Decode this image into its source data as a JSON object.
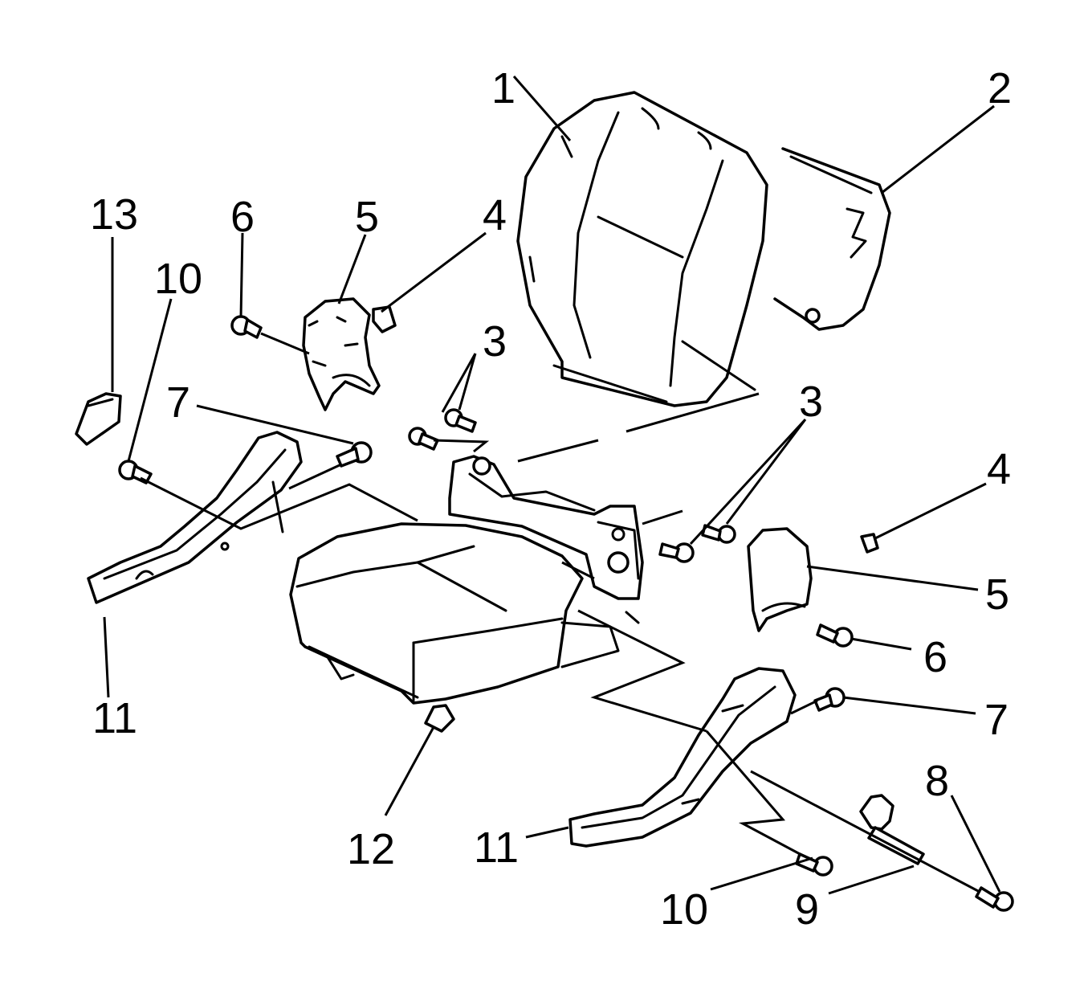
{
  "diagram": {
    "callouts": [
      {
        "id": "c1",
        "label": "1"
      },
      {
        "id": "c2",
        "label": "2"
      },
      {
        "id": "c13",
        "label": "13"
      },
      {
        "id": "c6a",
        "label": "6"
      },
      {
        "id": "c5a",
        "label": "5"
      },
      {
        "id": "c4a",
        "label": "4"
      },
      {
        "id": "c10a",
        "label": "10"
      },
      {
        "id": "c3a",
        "label": "3"
      },
      {
        "id": "c3b",
        "label": "3"
      },
      {
        "id": "c7a",
        "label": "7"
      },
      {
        "id": "c4b",
        "label": "4"
      },
      {
        "id": "c5b",
        "label": "5"
      },
      {
        "id": "c6b",
        "label": "6"
      },
      {
        "id": "c11a",
        "label": "11"
      },
      {
        "id": "c7b",
        "label": "7"
      },
      {
        "id": "c8",
        "label": "8"
      },
      {
        "id": "c12",
        "label": "12"
      },
      {
        "id": "c11b",
        "label": "11"
      },
      {
        "id": "c10b",
        "label": "10"
      },
      {
        "id": "c9",
        "label": "9"
      }
    ]
  }
}
